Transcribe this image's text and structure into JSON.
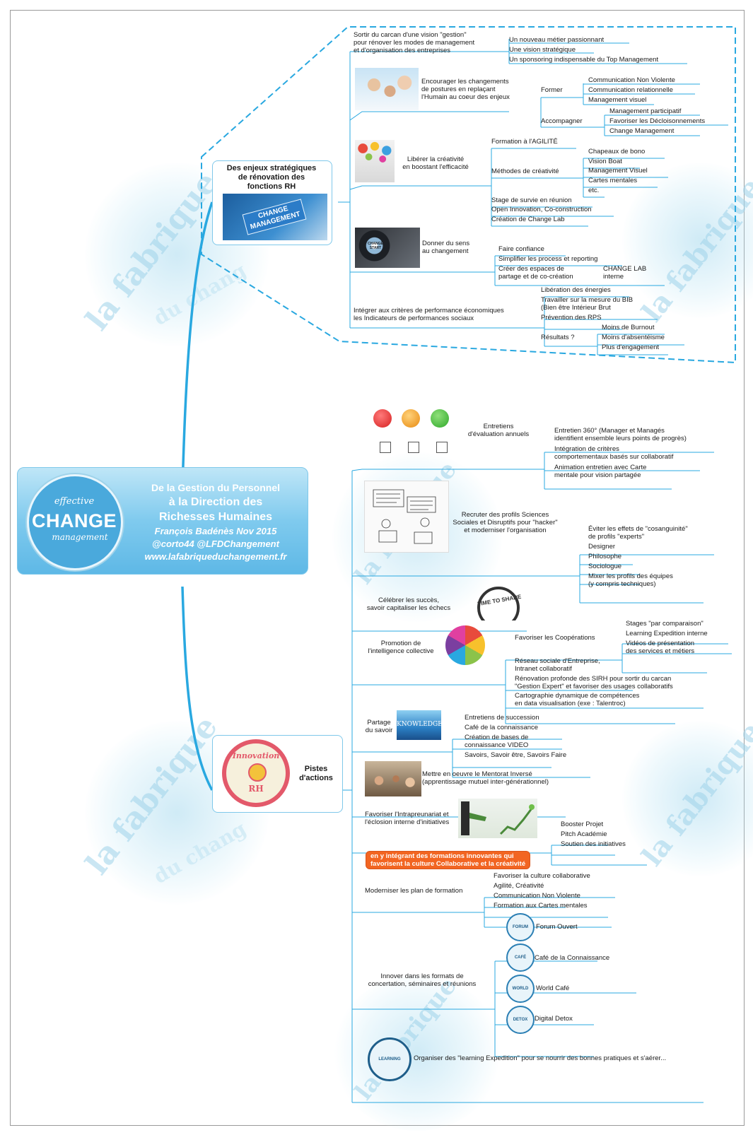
{
  "colors": {
    "accent": "#29a8e0",
    "accent_light": "#bfe3f4",
    "line": "#29a8e0",
    "callout": "#f26522"
  },
  "watermark": {
    "brand": "la fabrique",
    "sub": "du chang"
  },
  "central": {
    "logo": {
      "top": "effective",
      "main": "CHANGE",
      "bottom": "management"
    },
    "line1": "De la Gestion du Personnel",
    "line2": "à la Direction des",
    "line3": "Richesses Humaines",
    "author": "François Badénès Nov 2015",
    "handles": "@corto44 @LFDChangement",
    "url": "www.lafabriqueduchangement.fr"
  },
  "branch1": {
    "title": "Des enjeux stratégiques\nde rénovation des\nfonctions RH",
    "image_text": "CHANGE\nMANAGEMENT",
    "topics": [
      {
        "label": "Sortir du carcan d'une vision \"gestion\"\npour rénover les modes de management\net d'organisation des entreprises",
        "children": [
          "Un nouveau métier passionnant",
          "Une vision stratégique",
          "Un sponsoring indispensable du Top Management"
        ]
      },
      {
        "label": "Encourager les changements\nde postures en replaçant\nl'Humain au coeur des enjeux",
        "groups": [
          {
            "label": "Former",
            "children": [
              "Communication Non Violente",
              "Communication relationnelle",
              "Management visuel"
            ]
          },
          {
            "label": "Accompagner",
            "children": [
              "Management participatif",
              "Favoriser les Décloisonnements",
              "Change Management"
            ]
          }
        ]
      },
      {
        "label": "Libérer la créativité\nen boostant l'efficacité",
        "first": "Formation à l'AGILITÉ",
        "groups": [
          {
            "label": "Méthodes de créativité",
            "children": [
              "Chapeaux de bono",
              "Vision Boat",
              "Management Visuel",
              "Cartes mentales",
              "etc."
            ]
          }
        ],
        "rest": [
          "Stage de survie en réunion",
          "Open Innovation, Co-construction",
          "Création de Change Lab"
        ]
      },
      {
        "label": "Donner du sens\nau changement",
        "image_text": "CHANGE\nSTART",
        "children": [
          "Faire confiance",
          "Simplifier les process et reporting",
          "Créer des espaces de\npartage et de co-création"
        ],
        "note": "CHANGE LAB\ninterne"
      },
      {
        "label": "Intégrer aux critères de performance économiques\nles Indicateurs de performances sociaux",
        "children": [
          "Libération des énergies",
          "Travailler sur la mesure du BIB\n(Bien être Intérieur Brut",
          "Prévention des RPS"
        ],
        "results": {
          "label": "Résultats ?",
          "children": [
            "Moins de Burnout",
            "Moins d'absentéisme",
            "Plus d'engagement"
          ]
        }
      }
    ]
  },
  "branch2": {
    "title": "Pistes\nd'actions",
    "badge": {
      "top": "Innovation",
      "bottom": "RH"
    },
    "topics": [
      {
        "label": "Entretiens\nd'évaluation annuels",
        "children": [
          "Entretien 360° (Manager et Managés\nidentifient ensemble leurs points de progrès)",
          "Intégration de critères\ncomportementaux basés sur collaboratif",
          "Animation entretien avec Carte\nmentale pour vision partagée"
        ]
      },
      {
        "label": "Recruter des profils Sciences\nSociales et Disruptifs pour \"hacker\"\net moderniser l'organisation",
        "children": [
          "Éviter les effets de \"cosanguinité\"\nde profils \"experts\"",
          "Designer",
          "Philosophe",
          "Sociologue",
          "Mixer les profils des équipes\n(y compris techniques)"
        ]
      },
      {
        "label": "Célébrer les succès,\nsavoir capitaliser les échecs",
        "image_text": "TIME TO SHARE"
      },
      {
        "label": "Promotion de\nl'intelligence collective",
        "groups": [
          {
            "label": "Favoriser les Coopérations",
            "children": [
              "Stages \"par comparaison\"",
              "Learning Expedition interne",
              "Vidéos de présentation\ndes services et métiers"
            ]
          }
        ],
        "rest": [
          "Réseau sociale d'Entreprise,\nIntranet collaboratif",
          "Rénovation profonde des SIRH pour sortir du carcan\n\"Gestion Expert\" et favoriser des usages collaboratifs",
          "Cartographie dynamique de compétences\nen data visualisation (exe : Talentroc)"
        ]
      },
      {
        "label": "Partage\ndu savoir",
        "image_text": "KNOWLEDGE",
        "children": [
          "Entretiens de succession",
          "Café de la connaissance",
          "Création de bases de\nconnaissance VIDEO",
          "Savoirs, Savoir être, Savoirs Faire"
        ]
      },
      {
        "label": "Mettre en oeuvre le Mentorat Inversé\n(apprentissage mutuel inter-générationnel)"
      },
      {
        "label": "Favoriser l'Intrapreunariat et\nl'éclosion interne d'initiatives",
        "children": [
          "Booster Projet",
          "Pitch Académie",
          "Soutien des initiatives"
        ]
      },
      {
        "label": "Moderniser les plan de formation",
        "callout": "en y intégrant des formations innovantes qui\nfavorisent la culture Collaborative et la créativité",
        "children": [
          "Favoriser la culture collaborative",
          "Agilité, Créativité",
          "Communication Non Violente",
          "Formation aux Cartes mentales"
        ]
      },
      {
        "label": "Innover dans les formats de\nconcertation, séminaires et réunions",
        "children": [
          {
            "label": "Forum Ouvert",
            "badge": "FORUM OUVERT"
          },
          {
            "label": "Café de la Connaissance",
            "badge": "CAFÉ"
          },
          {
            "label": "World Café",
            "badge": "WORLD CAFÉ"
          },
          {
            "label": "Digital Detox",
            "badge": "DETOX"
          }
        ]
      },
      {
        "label": "Organiser des \"learning Expedition\" pour se nourrir des bonnes pratiques et s'aérer...",
        "badge": "LEARNING EXPEDITION"
      }
    ]
  }
}
